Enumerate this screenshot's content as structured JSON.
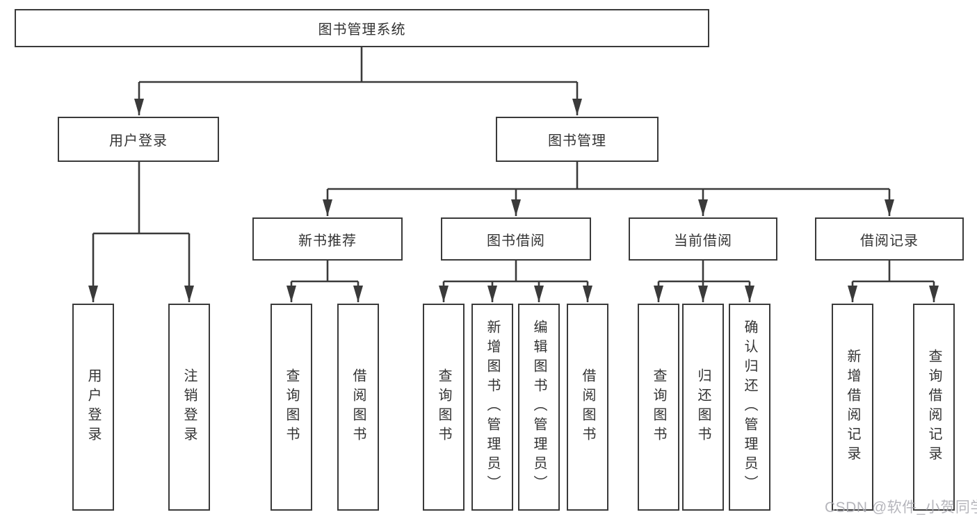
{
  "root": {
    "label": "图书管理系统"
  },
  "branches": [
    {
      "label": "用户登录",
      "children": [
        {
          "label": "用户登录"
        },
        {
          "label": "注销登录"
        }
      ]
    },
    {
      "label": "图书管理",
      "children": [
        {
          "label": "新书推荐",
          "children": [
            {
              "label": "查询图书"
            },
            {
              "label": "借阅图书"
            }
          ]
        },
        {
          "label": "图书借阅",
          "children": [
            {
              "label": "查询图书"
            },
            {
              "label": "新增图书（管理员）"
            },
            {
              "label": "编辑图书（管理员）"
            },
            {
              "label": "借阅图书"
            }
          ]
        },
        {
          "label": "当前借阅",
          "children": [
            {
              "label": "查询图书"
            },
            {
              "label": "归还图书"
            },
            {
              "label": "确认归还（管理员）"
            }
          ]
        },
        {
          "label": "借阅记录",
          "children": [
            {
              "label": "新增借阅记录"
            },
            {
              "label": "查询借阅记录"
            }
          ]
        }
      ]
    }
  ],
  "watermark": "CSDN @软件_小贺同学",
  "colors": {
    "line": "#3a3a3a",
    "text": "#333333",
    "box_background": "#ffffff",
    "watermark": "#a9a9b0",
    "page_background": "#ffffff"
  }
}
